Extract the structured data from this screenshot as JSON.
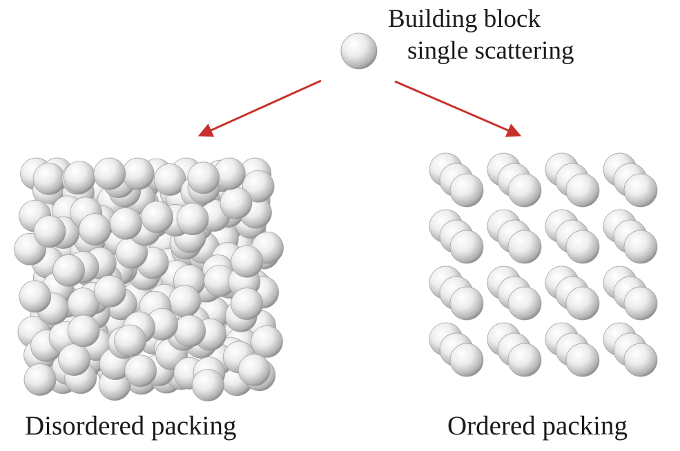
{
  "building_block": {
    "line1": "Building block",
    "line2": "single scattering"
  },
  "disordered": {
    "label": "Disordered packing"
  },
  "ordered": {
    "label": "Ordered packing",
    "rows": 4,
    "cols": 4,
    "spheres_per_cluster": 3
  },
  "colors": {
    "arrow": "#c8312b",
    "sphere_highlight": "#ffffff",
    "sphere_mid": "#e6e6e6",
    "sphere_shadow": "#8a8a8a",
    "text": "#1a1a1a"
  },
  "icons": [
    "single-sphere-icon",
    "arrow-left-icon",
    "arrow-right-icon"
  ]
}
